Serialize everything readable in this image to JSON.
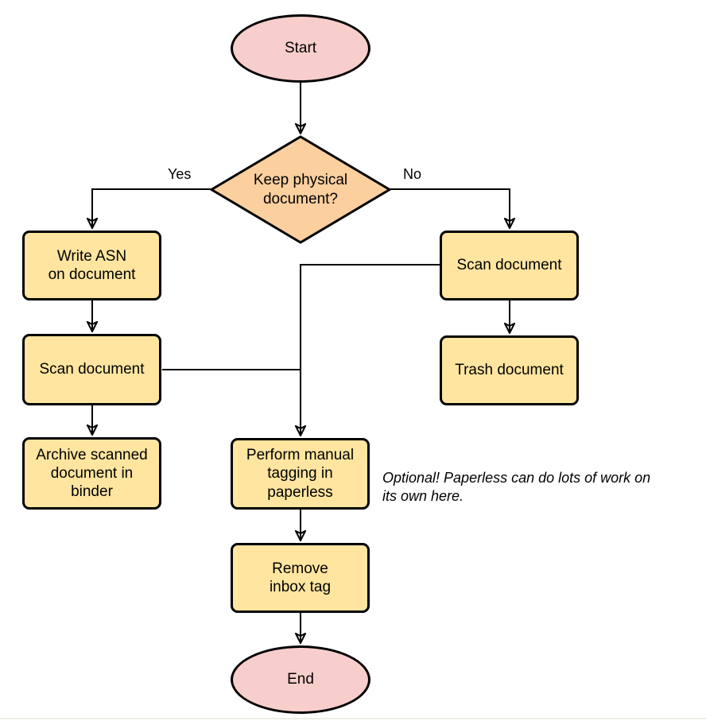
{
  "colors": {
    "terminal_fill": "#f8cecc",
    "decision_fill": "#fbcf9e",
    "process_fill": "#ffe5a0",
    "stroke": "#000000",
    "edge": "#000000",
    "page_edge": "#efede3"
  },
  "nodes": {
    "start": {
      "label": "Start",
      "type": "terminal"
    },
    "decision": {
      "label": "Keep physical\ndocument?",
      "type": "decision"
    },
    "write_asn": {
      "label": "Write ASN\non document",
      "type": "process"
    },
    "scan_left": {
      "label": "Scan document",
      "type": "process"
    },
    "archive": {
      "label": "Archive scanned\ndocument in\nbinder",
      "type": "process"
    },
    "scan_right": {
      "label": "Scan document",
      "type": "process"
    },
    "trash": {
      "label": "Trash document",
      "type": "process"
    },
    "tagging": {
      "label": "Perform manual\ntagging in\npaperless",
      "type": "process"
    },
    "remove_inbox": {
      "label": "Remove\ninbox tag",
      "type": "process"
    },
    "end": {
      "label": "End",
      "type": "terminal"
    }
  },
  "edge_labels": {
    "yes": "Yes",
    "no": "No"
  },
  "note": {
    "text": "Optional! Paperless can do lots of work on\nits own here."
  }
}
